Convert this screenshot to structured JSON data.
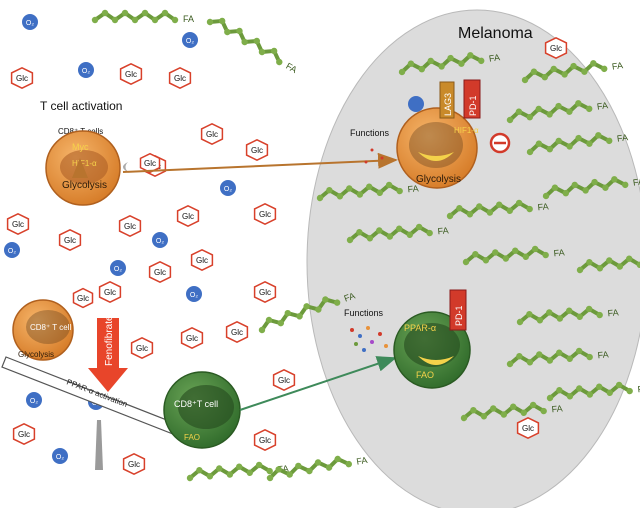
{
  "diagram": {
    "title": "Melanoma",
    "t_cell_activation_label": "T cell activation",
    "cd8_t_cells_label": "CD8⁺ T cells",
    "glc_label": "Glc",
    "o2_label": "O₂",
    "fa_label": "FA",
    "activated_cell": {
      "myc": "Myc",
      "hif": "HIF1-α",
      "glycolysis": "Glycolysis"
    },
    "tumor_cell_top": {
      "hif": "HIF1-α",
      "lag3": "LAG3",
      "pd1": "PD-1",
      "glycolysis": "Glycolysis",
      "functions": "Functions"
    },
    "small_cell": {
      "cd8": "CD8⁺ T cell",
      "glycolysis": "Glycolysis"
    },
    "fenofibrate_label": "Fenofibrate",
    "ppar_activation_label": "PPAR-α activation",
    "green_cell": {
      "cd8": "CD8⁺T cell",
      "fao": "FAO"
    },
    "tumor_cell_bottom": {
      "ppar": "PPAR-α",
      "fao": "FAO",
      "pd1": "PD-1",
      "functions": "Functions"
    },
    "colors": {
      "tumor_bg": "#dcdcdc",
      "orange_cell": "#e8923a",
      "green_cell": "#4e8a3c",
      "glc_red": "#d8402a",
      "o2_blue": "#3f6fc4",
      "fa_green": "#6c9a3c",
      "arrow_brown": "#b8742e",
      "arrow_green": "#3e8a5a"
    }
  }
}
